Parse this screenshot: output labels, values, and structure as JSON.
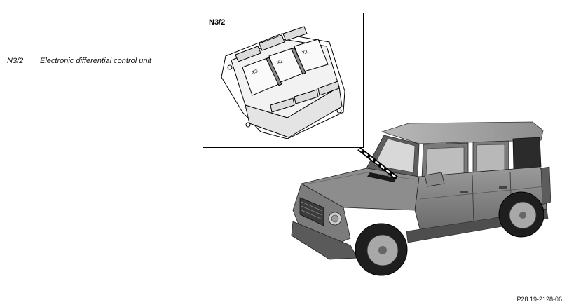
{
  "legend": {
    "code": "N3/2",
    "description": "Electronic differential control unit"
  },
  "inset": {
    "label": "N3/2"
  },
  "connector_labels": [
    "X3",
    "X2",
    "X1"
  ],
  "reference": "P28.19-2128-06"
}
